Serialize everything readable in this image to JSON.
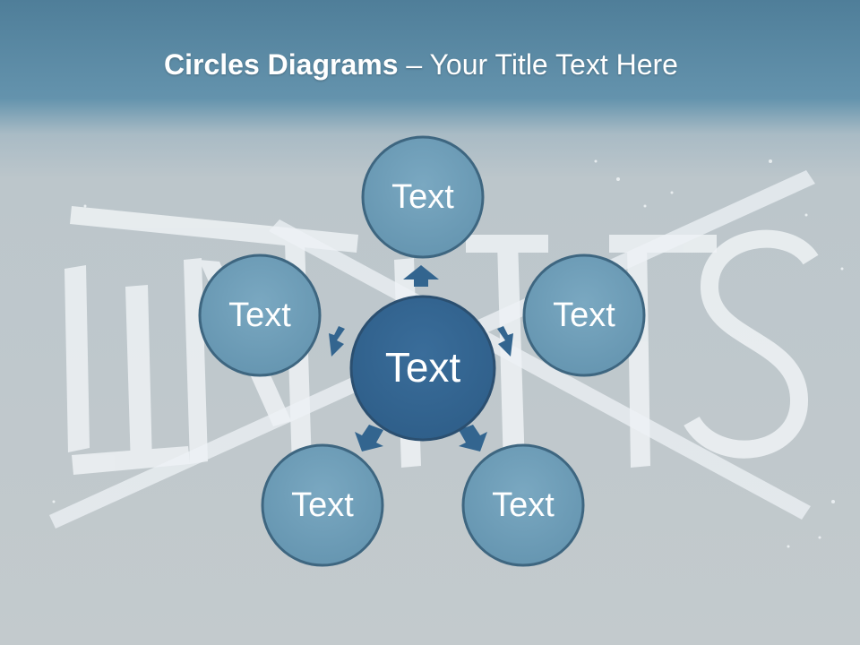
{
  "slide": {
    "title_bold": "Circles Diagrams",
    "title_separator": " – ",
    "title_rest": "Your Title Text Here"
  },
  "background": {
    "watermark_word": "LIMITS",
    "colors": {
      "header_blue": "#5a89a4",
      "canvas_grey": "#c3cacd",
      "chalk": "#eef2f5"
    }
  },
  "diagram": {
    "center": {
      "label": "Text",
      "fill": "#356591",
      "stroke": "#2b4f70"
    },
    "outer_style": {
      "fill": "#6f9eb8",
      "stroke": "#3e6680"
    },
    "arrow_color": "#33658f",
    "nodes": [
      {
        "label": "Text"
      },
      {
        "label": "Text"
      },
      {
        "label": "Text"
      },
      {
        "label": "Text"
      },
      {
        "label": "Text"
      }
    ]
  }
}
